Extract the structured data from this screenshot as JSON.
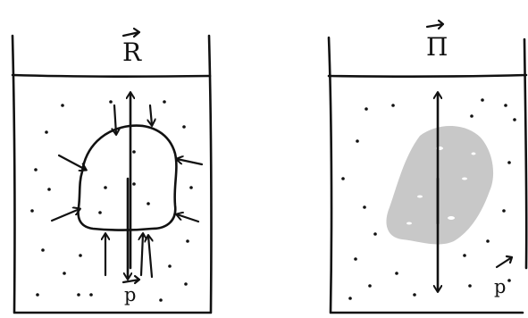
{
  "left_panel": {
    "vector_label": "R",
    "pressure_label": "p"
  },
  "right_panel": {
    "vector_label": "Π",
    "pressure_label": "p"
  },
  "colors": {
    "ink": "#111111",
    "body_fill": "#c8c8c8",
    "background": "#ffffff"
  }
}
